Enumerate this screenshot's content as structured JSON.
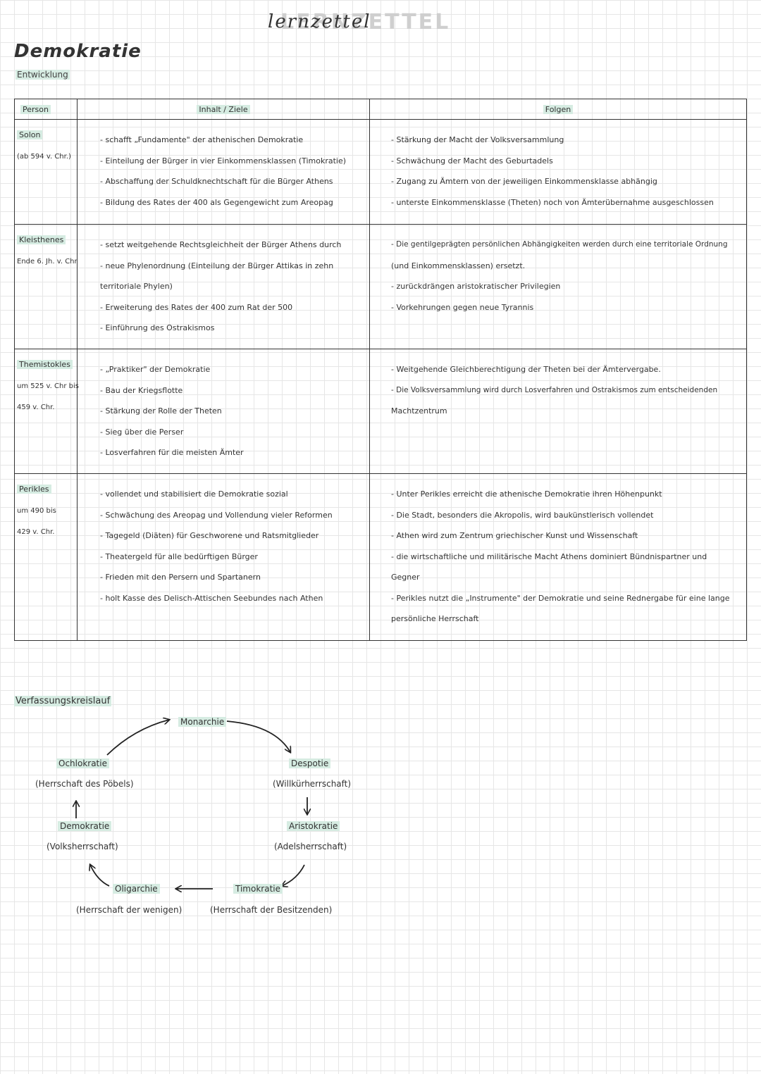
{
  "header": {
    "title_script": "lernzettel",
    "title_block": "LERNZETTEL",
    "page_title": "Demokratie",
    "subtitle": "Entwicklung"
  },
  "table": {
    "headers": [
      "Person",
      "Inhalt / Ziele",
      "Folgen"
    ],
    "rows": [
      {
        "name": "Solon",
        "dates": [
          "(ab 594 v. Chr.)"
        ],
        "content": [
          "- schafft „Fundamente\" der athenischen Demokratie",
          "- Einteilung der Bürger in vier Einkommensklassen (Timokratie)",
          "- Abschaffung der Schuldknechtschaft für die Bürger Athens",
          "- Bildung des Rates der 400 als Gegengewicht zum Areopag"
        ],
        "consequences": [
          "- Stärkung der Macht der Volksversammlung",
          "- Schwächung der Macht des Geburtadels",
          "- Zugang zu Ämtern von der jeweiligen Einkommensklasse abhängig",
          "- unterste Einkommensklasse (Theten) noch von Ämterübernahme ausgeschlossen"
        ]
      },
      {
        "name": "Kleisthenes",
        "dates": [
          "Ende 6. Jh. v. Chr"
        ],
        "content": [
          "- setzt weitgehende Rechtsgleichheit der Bürger Athens durch",
          "- neue Phylenordnung (Einteilung der Bürger Attikas in zehn",
          "territoriale Phylen)",
          "- Erweiterung des Rates der 400 zum Rat der 500",
          "- Einführung des Ostrakismos"
        ],
        "consequences": [
          "- Die gentilgeprägten persönlichen Abhängigkeiten werden durch eine territoriale Ordnung",
          "(und Einkommensklassen) ersetzt.",
          "- zurückdrängen aristokratischer Privilegien",
          "- Vorkehrungen gegen neue Tyrannis"
        ]
      },
      {
        "name": "Themistokles",
        "dates": [
          "um 525 v. Chr bis",
          "459 v. Chr."
        ],
        "content": [
          "- „Praktiker\" der Demokratie",
          "- Bau der Kriegsflotte",
          "- Stärkung der Rolle der Theten",
          "- Sieg über die Perser",
          "- Losverfahren für die meisten Ämter"
        ],
        "consequences": [
          "- Weitgehende Gleichberechtigung der Theten bei der Ämtervergabe.",
          "- Die Volksversammlung wird durch Losverfahren und Ostrakismos zum entscheidenden",
          "Machtzentrum"
        ]
      },
      {
        "name": "Perikles",
        "dates": [
          "um 490 bis",
          "429 v. Chr."
        ],
        "content": [
          "- vollendet und stabilisiert die Demokratie sozial",
          "- Schwächung des Areopag und Vollendung vieler Reformen",
          "- Tagegeld (Diäten) für Geschworene und Ratsmitglieder",
          "- Theatergeld für alle bedürftigen Bürger",
          "- Frieden mit den Persern und Spartanern",
          "- holt Kasse des Delisch-Attischen Seebundes nach Athen"
        ],
        "consequences": [
          "- Unter Perikles erreicht die athenische Demokratie ihren Höhenpunkt",
          "- Die Stadt, besonders die Akropolis, wird baukünstlerisch vollendet",
          "- Athen wird zum Zentrum griechischer Kunst und Wissenschaft",
          "- die wirtschaftliche und militärische Macht Athens dominiert Bündnispartner und",
          "Gegner",
          "- Perikles nutzt die „Instrumente\" der Demokratie und seine Rednergabe für eine lange",
          "persönliche Herrschaft"
        ]
      }
    ]
  },
  "verfassungskreislauf": {
    "title": "Verfassungskreislauf",
    "monarchie": {
      "name": "Monarchie"
    },
    "despotie": {
      "name": "Despotie",
      "desc": "(Willkürherrschaft)"
    },
    "aristokratie": {
      "name": "Aristokratie",
      "desc": "(Adelsherrschaft)"
    },
    "timokratie": {
      "name": "Timokratie",
      "desc": "(Herrschaft der Besitzenden)"
    },
    "oligarchie": {
      "name": "Oligarchie",
      "desc": "(Herrschaft der wenigen)"
    },
    "demokratie": {
      "name": "Demokratie",
      "desc": "(Volksherrschaft)"
    },
    "ochlokratie": {
      "name": "Ochlokratie",
      "desc": "(Herrschaft des Pöbels)"
    }
  },
  "colors": {
    "highlight": "#d6ece2",
    "ink": "#333333",
    "grid": "#e6e6e6"
  }
}
